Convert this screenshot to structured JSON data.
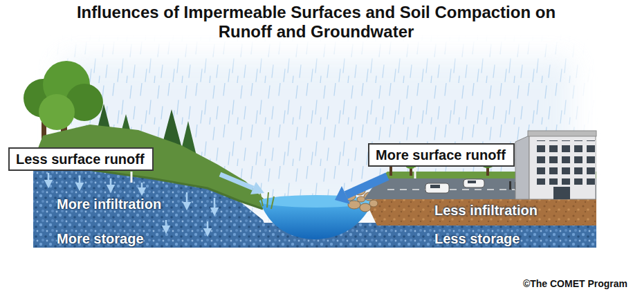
{
  "diagram": {
    "title": "Influences of Impermeable Surfaces and Soil Compaction on Runoff and Groundwater",
    "nodes": [
      {
        "text": [
          "Less surface runoff"
        ]
      },
      {
        "text": [
          "More surface runoff"
        ]
      }
    ],
    "labels": [
      "More infiltration",
      "More storage",
      "Less infiltration",
      "Less storage",
      "©The COMET Program"
    ]
  }
}
